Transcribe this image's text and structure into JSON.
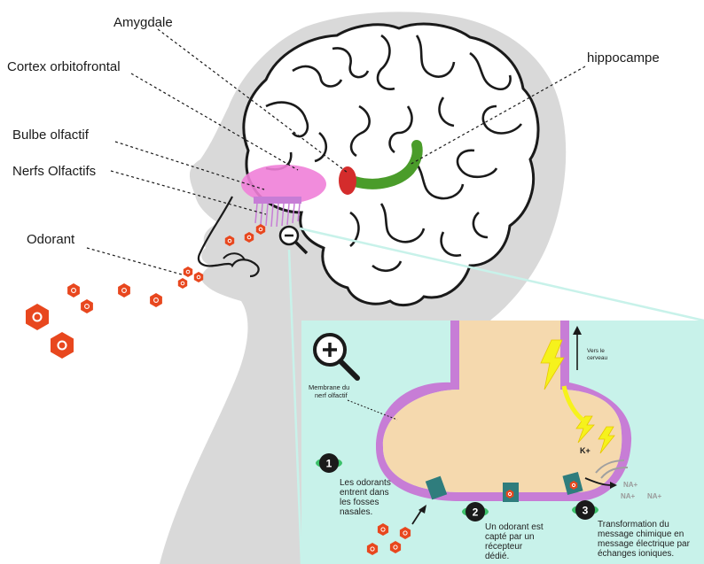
{
  "labels": {
    "amygdale": "Amygdale",
    "cortex": "Cortex orbitofrontal",
    "bulbe": "Bulbe olfactif",
    "nerfs": "Nerfs Olfactifs",
    "odorant": "Odorant",
    "hippocampe": "hippocampe"
  },
  "inset": {
    "membrane_line1": "Membrane du",
    "membrane_line2": "nerf olfactif",
    "vers_line1": "Vers le",
    "vers_line2": "cerveau",
    "kplus": "K+",
    "na1": "NA+",
    "na2": "NA+",
    "na3": "NA+",
    "steps": [
      {
        "num": "1",
        "lines": [
          "Les odorants",
          "entrent dans",
          "les fosses",
          "nasales."
        ]
      },
      {
        "num": "2",
        "lines": [
          "Un odorant est",
          "capté par un",
          "récepteur",
          "dédié."
        ]
      },
      {
        "num": "3",
        "lines": [
          "Transformation du",
          "message chimique en",
          "message électrique par",
          "échanges ioniques."
        ]
      }
    ]
  },
  "colors": {
    "head": "#d9d9d9",
    "brain_fill": "#ffffff",
    "inset_bg": "#c8f2ea",
    "membrane": "#c77dd6",
    "cell": "#f5d9ae",
    "amygdala": "#d42c2c",
    "hippocampus": "#4a9c2a",
    "bulb": "#ef7fd8",
    "odorant": "#e8471e",
    "receptor": "#2f7d7d"
  }
}
